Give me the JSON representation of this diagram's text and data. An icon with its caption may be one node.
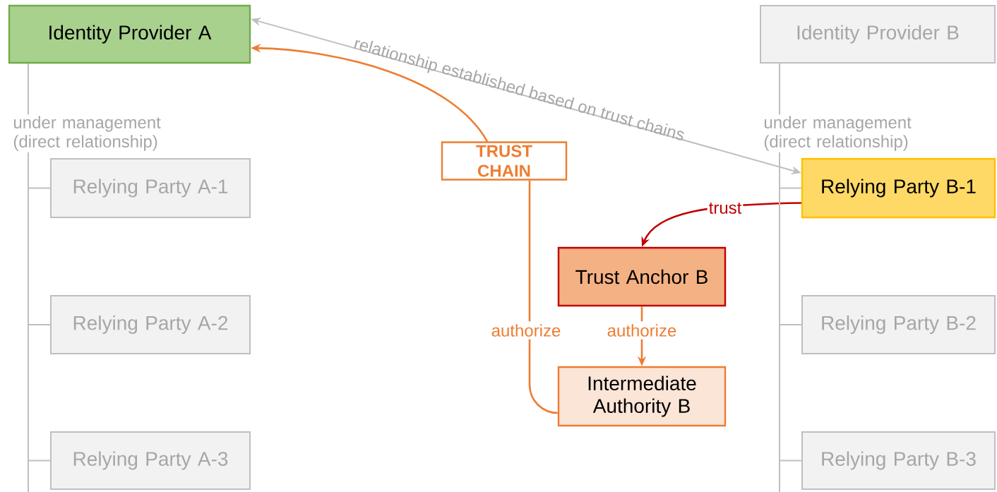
{
  "diagram": {
    "nodes": [
      {
        "text": [
          "Identity Provider A"
        ]
      },
      {
        "text": [
          "Identity Provider B"
        ]
      },
      {
        "text": [
          "Relying Party A-1"
        ]
      },
      {
        "text": [
          "Relying Party B-1"
        ]
      },
      {
        "text": [
          "Trust Anchor B"
        ]
      },
      {
        "text": [
          "Relying Party A-2"
        ]
      },
      {
        "text": [
          "Relying Party B-2"
        ]
      },
      {
        "text": [
          "Intermediate Authority B"
        ]
      },
      {
        "text": [
          "Relying Party A-3"
        ]
      },
      {
        "text": [
          "Relying Party B-3"
        ]
      },
      {
        "text": [
          "TRUST CHAIN"
        ]
      }
    ],
    "edges": [
      {
        "from": 0,
        "to": 3,
        "arrow": "both",
        "label": "relationship established based on trust chains"
      },
      {
        "from": 3,
        "to": 4,
        "arrow": "to",
        "label": "trust",
        "color": "#c00000"
      },
      {
        "from": 4,
        "to": 7,
        "arrow": "to",
        "label": "authorize",
        "color": "#ed7d31"
      },
      {
        "from": 7,
        "to": 10,
        "arrow": "none",
        "label": "authorize",
        "color": "#ed7d31"
      },
      {
        "from": 10,
        "to": 0,
        "arrow": "to",
        "color": "#ed7d31"
      },
      {
        "from": 0,
        "to": 2,
        "arrow": "none",
        "label": "under management (direct relationship)"
      },
      {
        "from": 0,
        "to": 5,
        "arrow": "none"
      },
      {
        "from": 0,
        "to": 8,
        "arrow": "none"
      },
      {
        "from": 1,
        "to": 3,
        "arrow": "none",
        "label": "under management (direct relationship)"
      },
      {
        "from": 1,
        "to": 6,
        "arrow": "none"
      },
      {
        "from": 1,
        "to": 9,
        "arrow": "none"
      }
    ]
  }
}
